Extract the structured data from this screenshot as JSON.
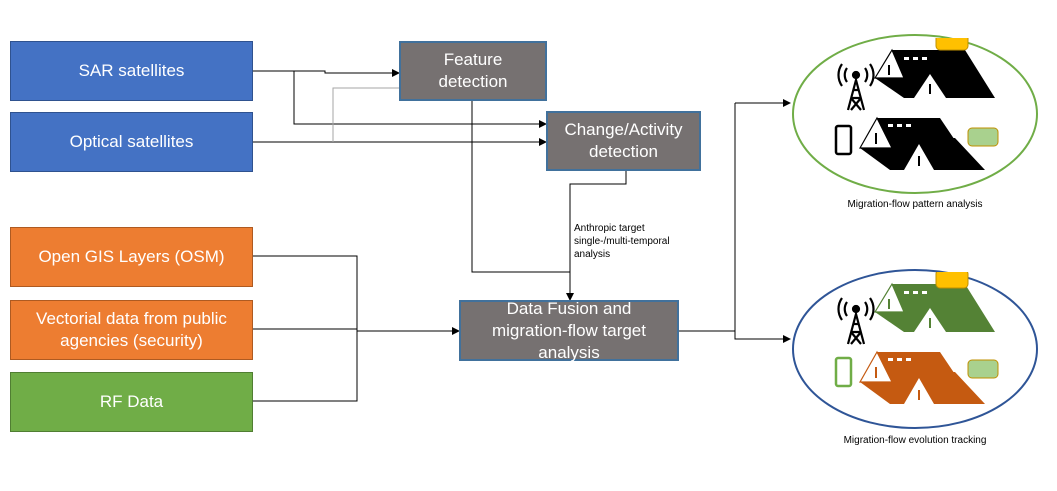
{
  "inputs": {
    "sar": "SAR satellites",
    "optical": "Optical satellites",
    "gis": "Open GIS Layers (OSM)",
    "vectorial": "Vectorial data from public agencies (security)",
    "rf": "RF Data"
  },
  "process": {
    "feature": "Feature detection",
    "change": "Change/Activity detection",
    "fusion": "Data Fusion and migration-flow target analysis"
  },
  "annotation": "Anthropic target single-/multi-temporal analysis",
  "outputs": {
    "pattern": "Migration-flow pattern analysis",
    "evolution": "Migration-flow evolution tracking"
  },
  "colors": {
    "blue": "#4472c4",
    "orange": "#ed7d31",
    "green": "#70ad47",
    "gray": "#767171",
    "pattern_ellipse": "#70ad47",
    "evolution_ellipse": "#2f5597"
  },
  "icons": [
    "antenna-tower-icon",
    "mobile-phone-icon",
    "tent-icon",
    "message-bubble-icon"
  ]
}
